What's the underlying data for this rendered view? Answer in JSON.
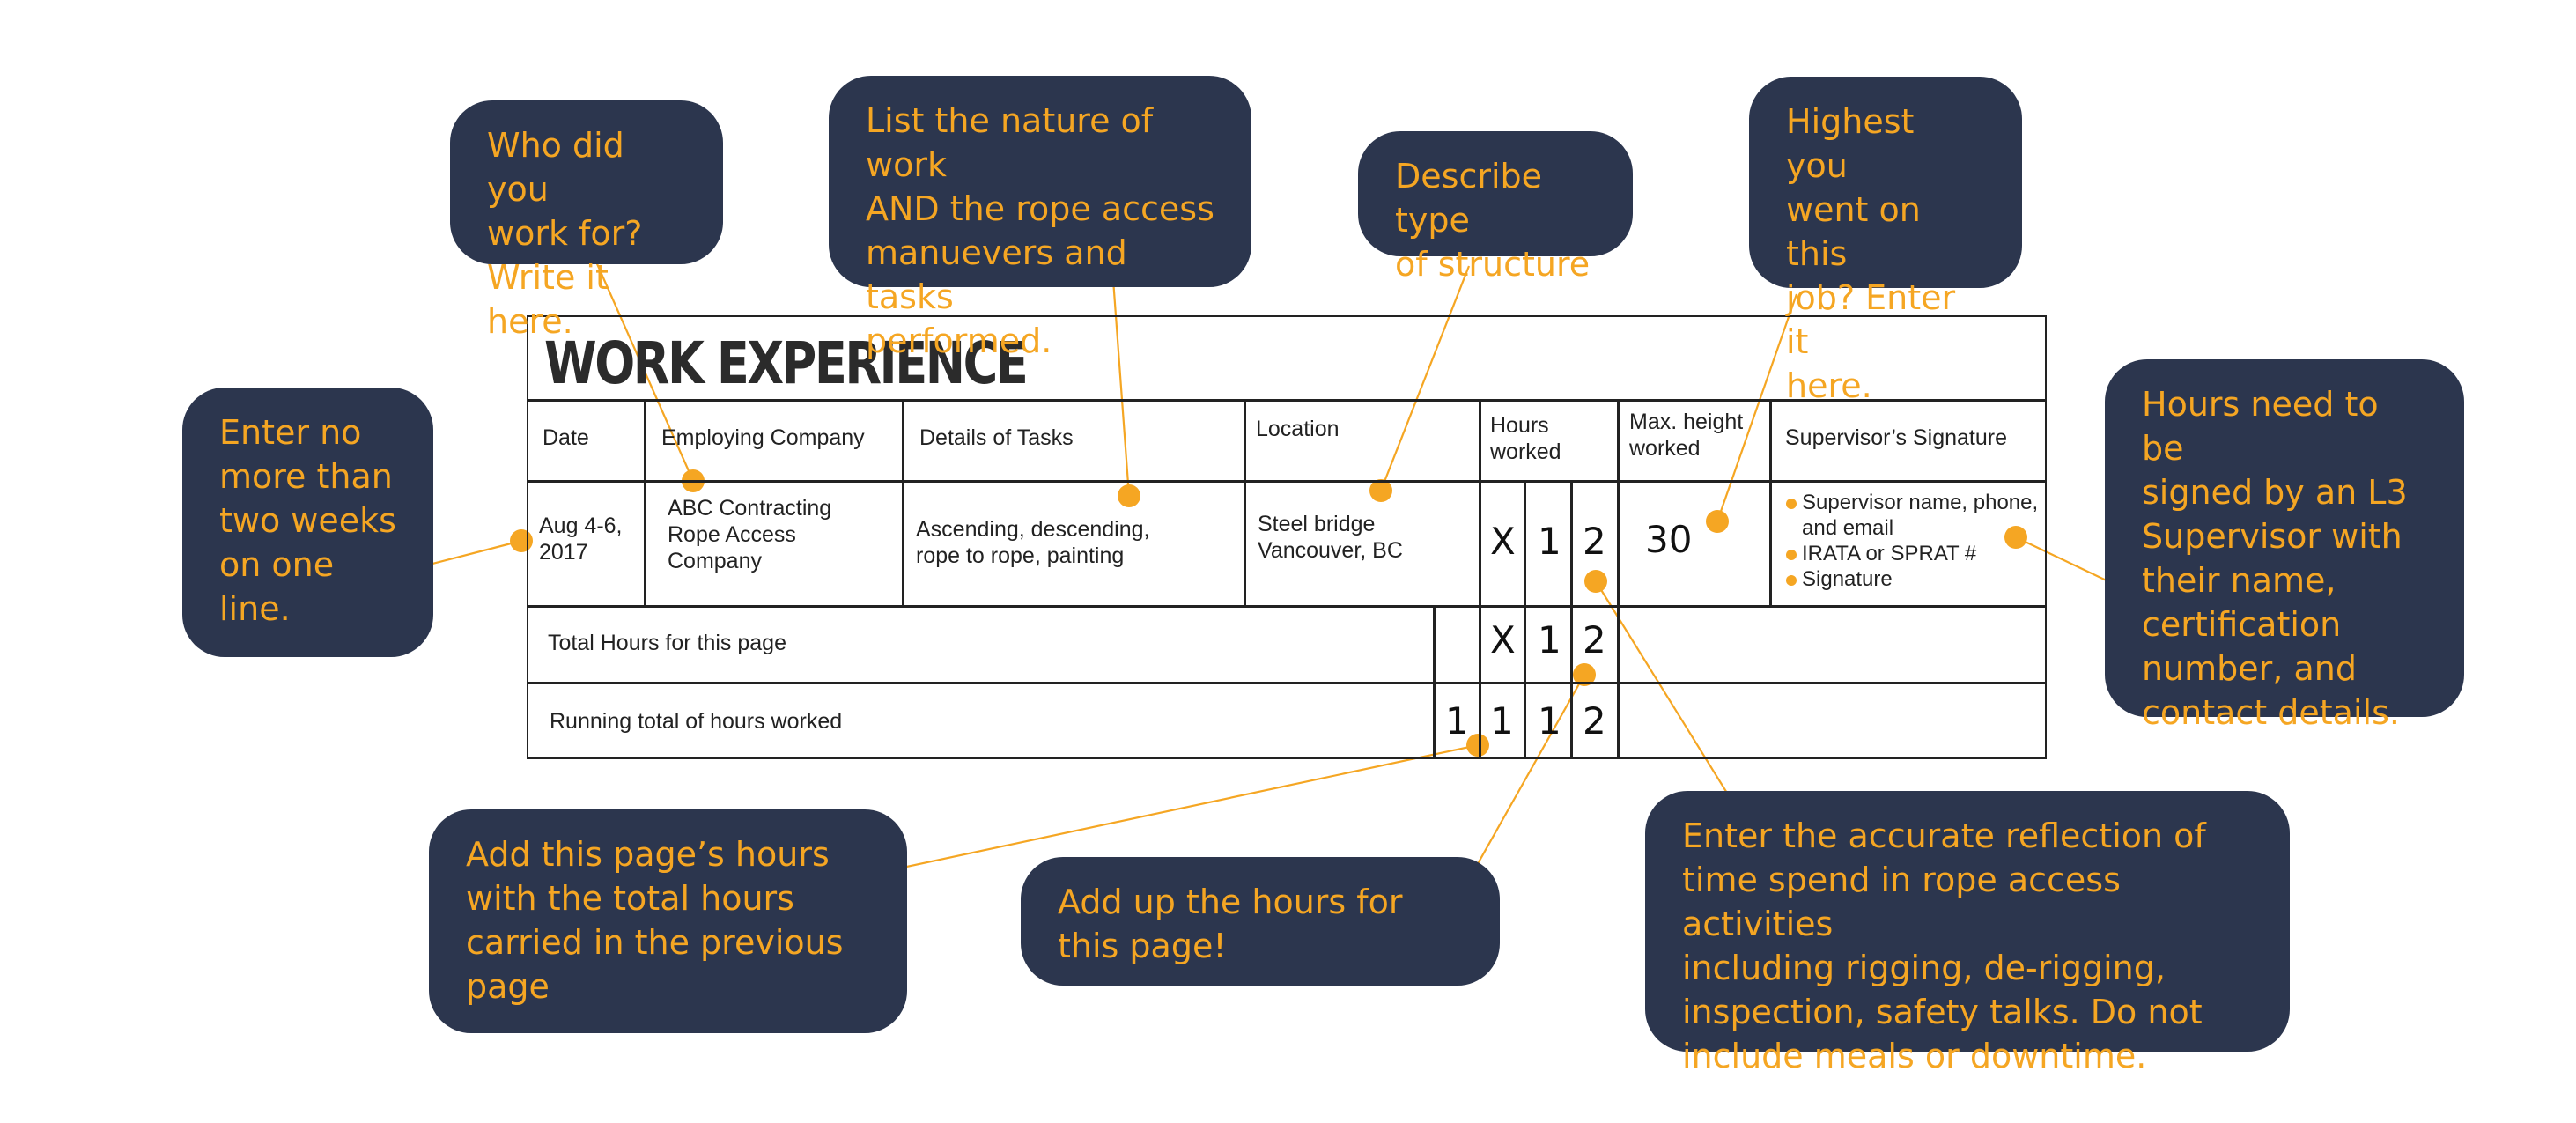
{
  "form": {
    "title": "WORK EXPERIENCE",
    "headers": {
      "date": "Date",
      "company": "Employing Company",
      "details": "Details of Tasks",
      "location": "Location",
      "hours": "Hours\nworked",
      "height": "Max. height\nworked",
      "signature": "Supervisor’s Signature"
    },
    "row": {
      "date": "Aug 4-6,\n2017",
      "company": "ABC Contracting\nRope Access\nCompany",
      "details": "Ascending, descending,\nrope to rope, painting",
      "location": "Steel bridge\nVancouver, BC",
      "hours_digits": [
        "X",
        "1",
        "2"
      ],
      "height": "30",
      "signature_items": [
        "Supervisor name, phone,\nand email",
        "IRATA or SPRAT #",
        "Signature"
      ]
    },
    "total_row": {
      "label": "Total Hours for this page",
      "digits": [
        "X",
        "1",
        "2"
      ]
    },
    "running_row": {
      "label": "Running total of hours worked",
      "digits": [
        "1",
        "1",
        "1",
        "2"
      ]
    }
  },
  "callouts": {
    "who": "Who did you\nwork for?\nWrite it here.",
    "nature": "List the nature of work\nAND the rope access\nmanuevers and tasks\nperformed.",
    "structure": "Describe type\nof structure",
    "highest": "Highest you\nwent on this\njob? Enter it\nhere.",
    "two_weeks": "Enter no\nmore than\ntwo weeks\non one\nline.",
    "signed": "Hours need to be\nsigned by an L3\nSupervisor with\ntheir name,\ncertification\nnumber, and\ncontact details.",
    "add_page": "Add this page’s hours\nwith the total hours\ncarried in the previous\npage",
    "add_up": "Add up the hours for\nthis page!",
    "accurate": "Enter the accurate reflection of\ntime spend in rope access activities\nincluding rigging, de-rigging,\ninspection, safety talks. Do not\ninclude meals or downtime."
  },
  "colors": {
    "bubble_bg": "#2c364e",
    "accent": "#f5a623",
    "line": "#222222"
  }
}
